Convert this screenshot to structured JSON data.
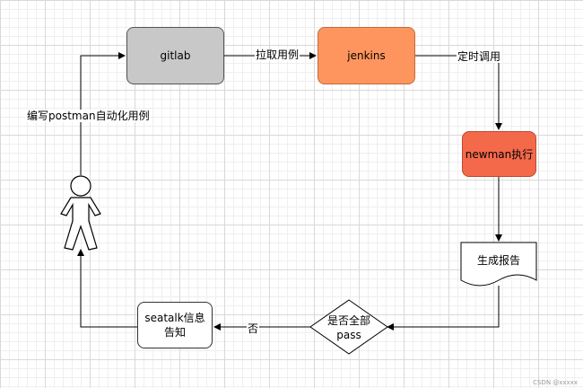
{
  "nodes": {
    "gitlab": "gitlab",
    "jenkins": "jenkins",
    "newman": "newman执行",
    "report": "生成报告",
    "decision": {
      "line1": "是否全部",
      "line2": "pass"
    },
    "seatalk": "seatalk信息告知"
  },
  "edges": {
    "pull_cases": "拉取用例",
    "schedule": "定时调用",
    "write_cases": "编写postman自动化用例",
    "no": "否"
  },
  "watermark": "CSDN @xxxxx",
  "colors": {
    "gitlab": "#c8c8c8",
    "jenkins": "#ff955e",
    "newman": "#f4694a",
    "line": "#000000"
  }
}
